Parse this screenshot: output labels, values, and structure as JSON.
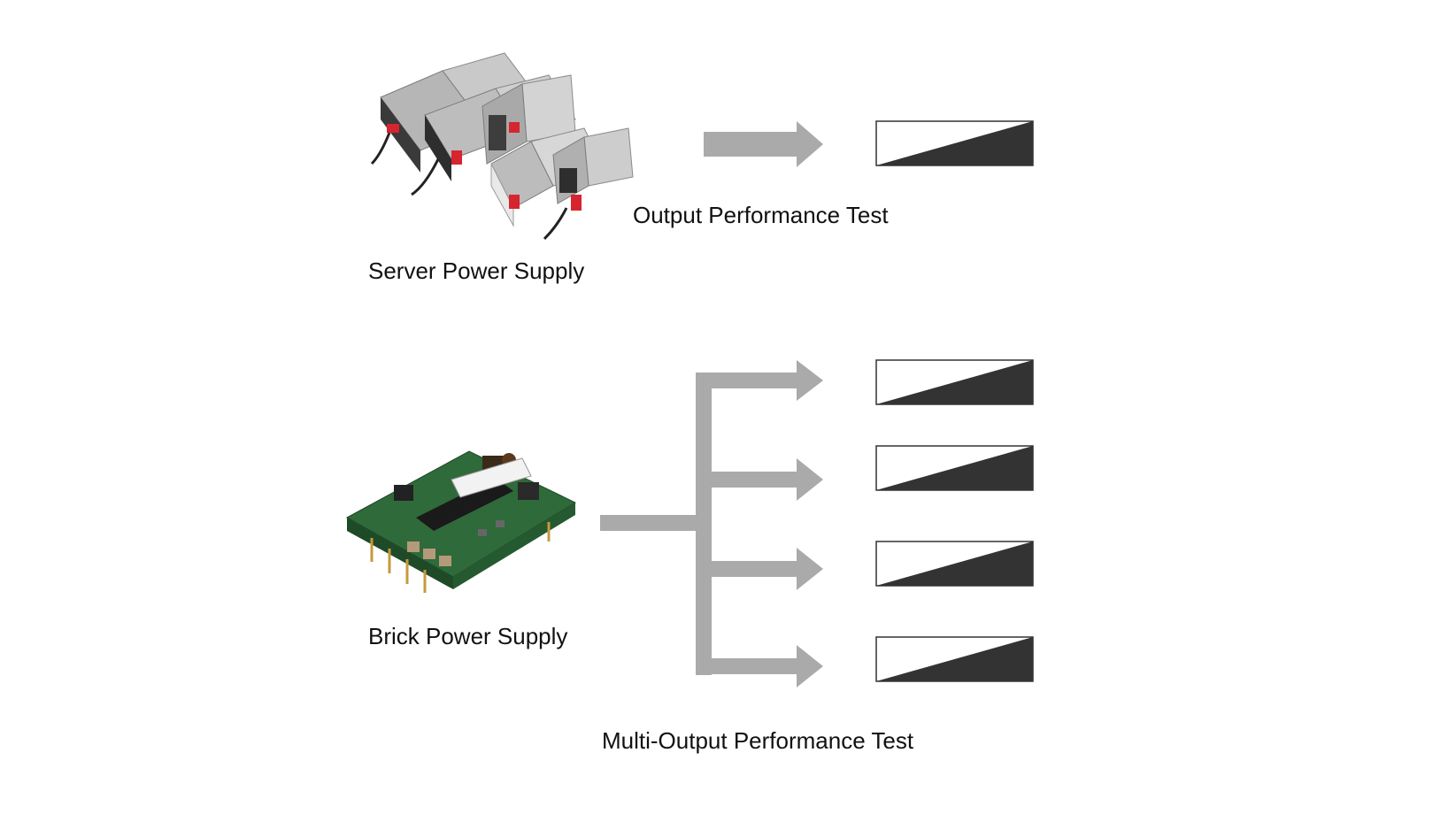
{
  "diagram": {
    "colors": {
      "background": "#ffffff",
      "arrow": "#aaaaaa",
      "gauge_fill": "#333333",
      "gauge_border": "#333333",
      "text": "#111111"
    },
    "server": {
      "label": "Server Power Supply",
      "image": "server-power-supply-units",
      "test_label": "Output Performance Test",
      "outputs": 1
    },
    "brick": {
      "label": "Brick Power Supply",
      "image": "brick-dc-dc-converter-module",
      "test_label": "Multi-Output Performance Test",
      "outputs": 4
    }
  }
}
